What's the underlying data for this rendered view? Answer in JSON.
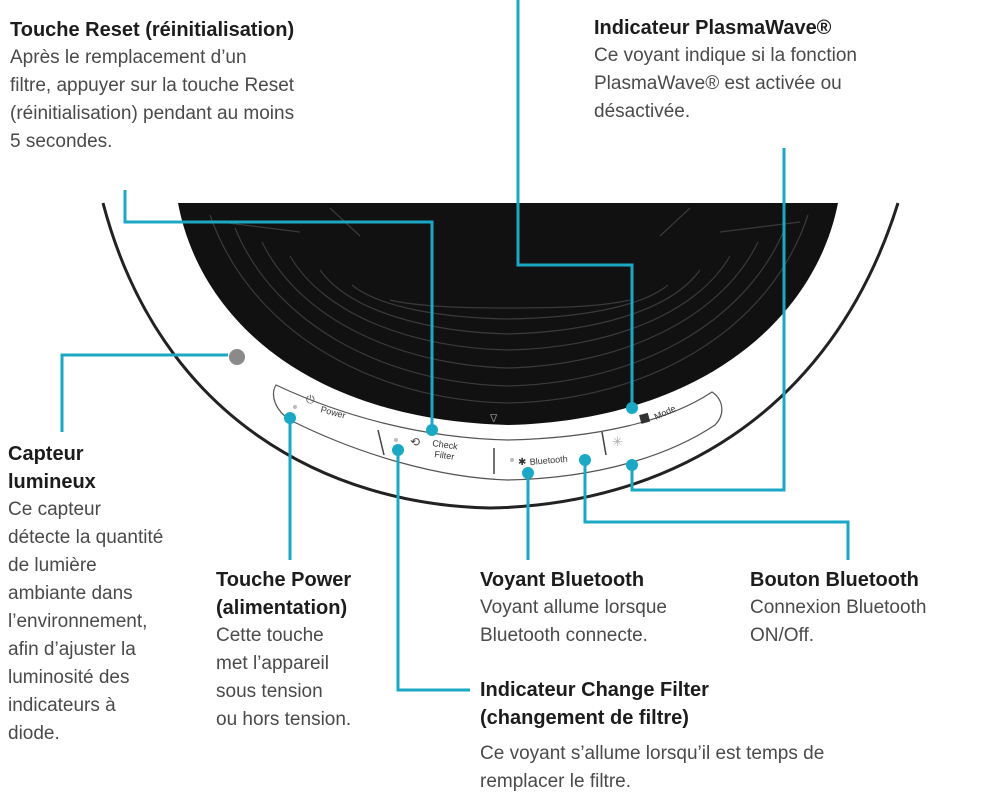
{
  "callouts": {
    "reset": {
      "title": "Touche Reset (réinitialisation)",
      "desc": "Après le remplacement d’un\nfiltre, appuyer sur la touche Reset\n(réinitialisation) pendant au moins\n5 secondes."
    },
    "plasmawave": {
      "title": "Indicateur PlasmaWave®",
      "desc": "Ce voyant indique si la fonction\nPlasmaWave® est activée ou\ndésactivée."
    },
    "light_sensor": {
      "title": "Capteur\nlumineux",
      "desc": "Ce capteur\ndétecte la quantité\nde lumière\nambiante dans\nl’environnement,\nafin d’ajuster la\nluminosité des\nindicateurs à\ndiode."
    },
    "power": {
      "title": "Touche Power\n(alimentation)",
      "desc": "Cette touche\nmet l’appareil\nsous tension\nou hors tension."
    },
    "bt_light": {
      "title": "Voyant Bluetooth",
      "desc": "Voyant allume lorsque\nBluetooth connecte."
    },
    "bt_button": {
      "title": "Bouton Bluetooth",
      "desc": "Connexion Bluetooth\nON/Off."
    },
    "change_filter": {
      "title": "Indicateur Change Filter\n(changement de filtre)",
      "desc": "Ce voyant s’allume lorsqu’il est temps de\nremplacer le filtre."
    }
  },
  "panel": {
    "power": "Power",
    "check": "Check",
    "filter": "Filter",
    "bluetooth": "Bluetooth",
    "mode": "Mode"
  },
  "colors": {
    "leader": "#1aa8c4",
    "grille": "#111111",
    "outline": "#222222",
    "sensor": "#8a8a8a"
  }
}
